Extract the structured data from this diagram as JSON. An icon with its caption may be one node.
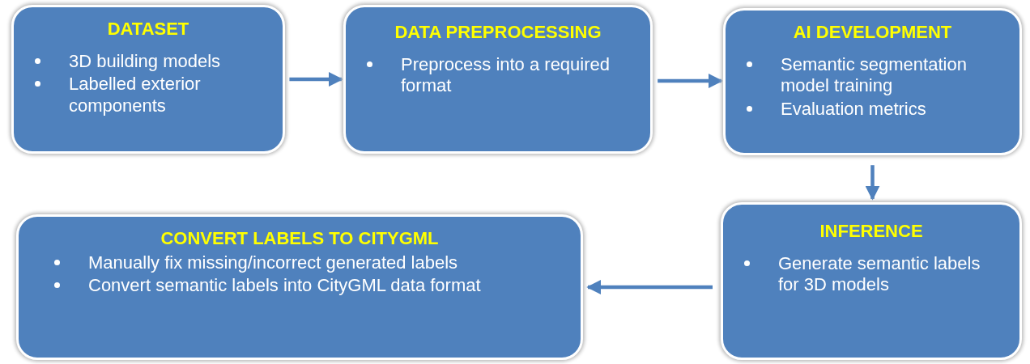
{
  "diagram": {
    "nodes": [
      {
        "text": [
          "DATASET",
          "3D building models",
          "Labelled exterior components"
        ]
      },
      {
        "text": [
          "DATA PREPROCESSING",
          "Preprocess into a required format"
        ]
      },
      {
        "text": [
          "AI DEVELOPMENT",
          "Semantic segmentation model training",
          "Evaluation metrics"
        ]
      },
      {
        "text": [
          "INFERENCE",
          "Generate semantic labels for 3D models"
        ]
      },
      {
        "text": [
          "CONVERT LABELS TO CITYGML",
          "Manually fix missing/incorrect generated labels",
          "Convert semantic labels into CityGML data format"
        ]
      }
    ],
    "edges": [
      {
        "from": 0,
        "to": 1,
        "arrow": "to"
      },
      {
        "from": 1,
        "to": 2,
        "arrow": "to"
      },
      {
        "from": 2,
        "to": 3,
        "arrow": "to"
      },
      {
        "from": 3,
        "to": 4,
        "arrow": "to"
      }
    ]
  }
}
